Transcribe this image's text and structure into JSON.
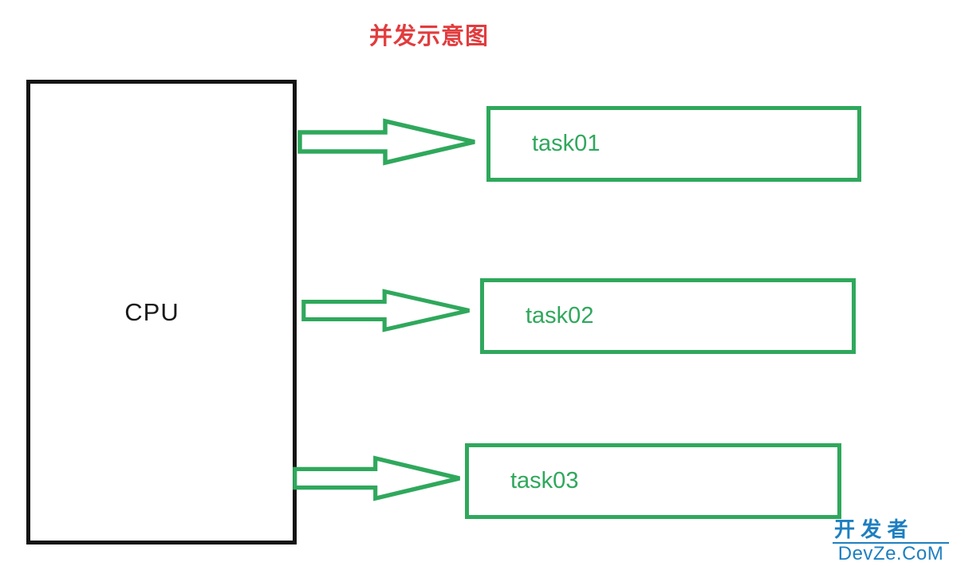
{
  "title": {
    "text": "并发示意图"
  },
  "cpu": {
    "label": "CPU"
  },
  "tasks": [
    {
      "label": "task01"
    },
    {
      "label": "task02"
    },
    {
      "label": "task03"
    }
  ],
  "watermark": {
    "line1": "开 发 者",
    "line2": "DevZe.CoM"
  },
  "colors": {
    "green": "#2fa85c",
    "red": "#e23c3e",
    "blue": "#1e7fc1",
    "ink": "#141414"
  }
}
